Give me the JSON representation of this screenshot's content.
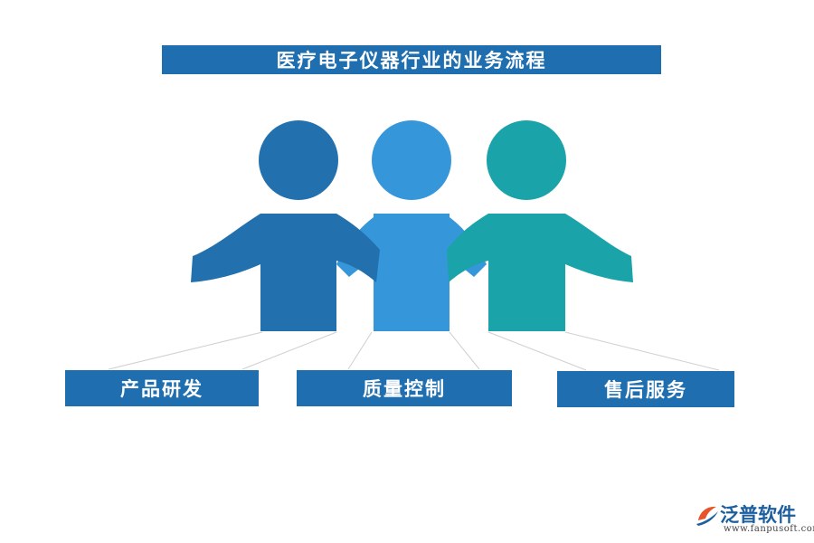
{
  "title": "医疗电子仪器行业的业务流程",
  "steps": [
    {
      "label": "产品研发",
      "color": "#2270ad"
    },
    {
      "label": "质量控制",
      "color": "#3597da"
    },
    {
      "label": "售后服务",
      "color": "#1ba3aa"
    }
  ],
  "box_color": "#1f6fb0",
  "logo": {
    "name": "泛普软件",
    "url": "www.fanpusoft.com",
    "icon": "fanpu-logo-icon"
  }
}
